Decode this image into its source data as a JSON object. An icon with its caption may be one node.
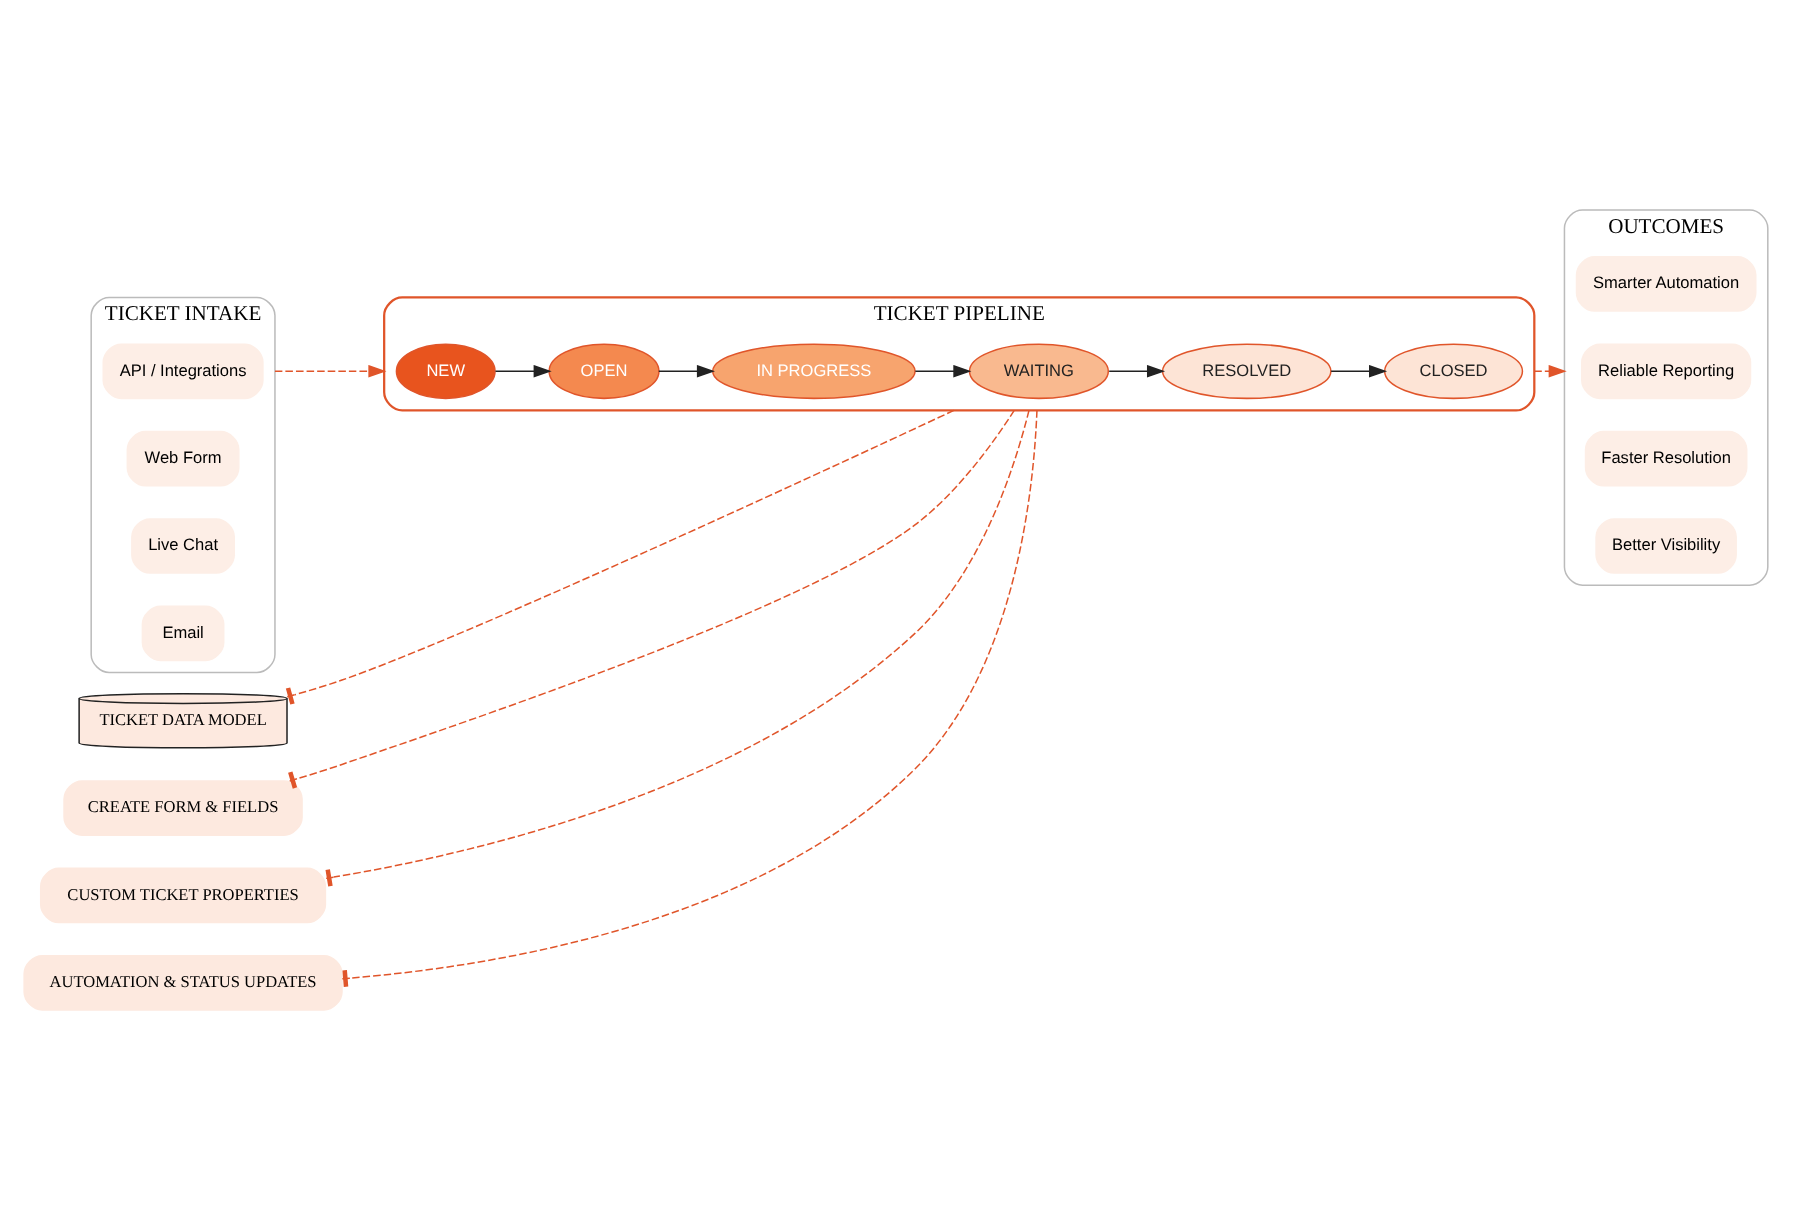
{
  "diagram": {
    "nodes": [
      {
        "text": [
          "TICKET INTAKE"
        ]
      },
      {
        "text": [
          "Email"
        ],
        "in": 0
      },
      {
        "text": [
          "Live Chat"
        ],
        "in": 0
      },
      {
        "text": [
          "Web Form"
        ],
        "in": 0
      },
      {
        "text": [
          "API / Integrations"
        ],
        "in": 0
      },
      {
        "text": [
          "TICKET DATA MODEL"
        ]
      },
      {
        "text": [
          "TICKET PIPELINE"
        ]
      },
      {
        "text": [
          "NEW"
        ],
        "in": 6
      },
      {
        "text": [
          "OPEN"
        ],
        "in": 6
      },
      {
        "text": [
          "IN PROGRESS"
        ],
        "in": 6
      },
      {
        "text": [
          "WAITING"
        ],
        "in": 6
      },
      {
        "text": [
          "RESOLVED"
        ],
        "in": 6
      },
      {
        "text": [
          "CLOSED"
        ],
        "in": 6
      },
      {
        "text": [
          "OUTCOMES"
        ]
      },
      {
        "text": [
          "Better Visibility"
        ],
        "in": 13
      },
      {
        "text": [
          "Faster Resolution"
        ],
        "in": 13
      },
      {
        "text": [
          "Reliable Reporting"
        ],
        "in": 13
      },
      {
        "text": [
          "Smarter Automation"
        ],
        "in": 13
      },
      {
        "text": [
          "CREATE FORM & FIELDS"
        ]
      },
      {
        "text": [
          "CUSTOM TICKET PROPERTIES"
        ]
      },
      {
        "text": [
          "AUTOMATION & STATUS UPDATES"
        ]
      }
    ],
    "edges": [
      {
        "from": 0,
        "to": 6,
        "arrow": "to",
        "style": "dashed"
      },
      {
        "from": 7,
        "to": 8,
        "arrow": "to",
        "color": "#222222"
      },
      {
        "from": 8,
        "to": 9,
        "arrow": "to",
        "color": "#222222"
      },
      {
        "from": 9,
        "to": 10,
        "arrow": "to",
        "color": "#222222"
      },
      {
        "from": 10,
        "to": 11,
        "arrow": "to",
        "color": "#222222"
      },
      {
        "from": 11,
        "to": 12,
        "arrow": "to",
        "color": "#222222"
      },
      {
        "from": 6,
        "to": 13,
        "arrow": "to",
        "style": "dashed"
      },
      {
        "from": 6,
        "to": 5,
        "arrow": "other",
        "style": "dashed"
      },
      {
        "from": 6,
        "to": 18,
        "arrow": "other",
        "style": "dashed"
      },
      {
        "from": 6,
        "to": 19,
        "arrow": "other",
        "style": "dashed"
      },
      {
        "from": 6,
        "to": 20,
        "arrow": "other",
        "style": "dashed"
      }
    ]
  }
}
